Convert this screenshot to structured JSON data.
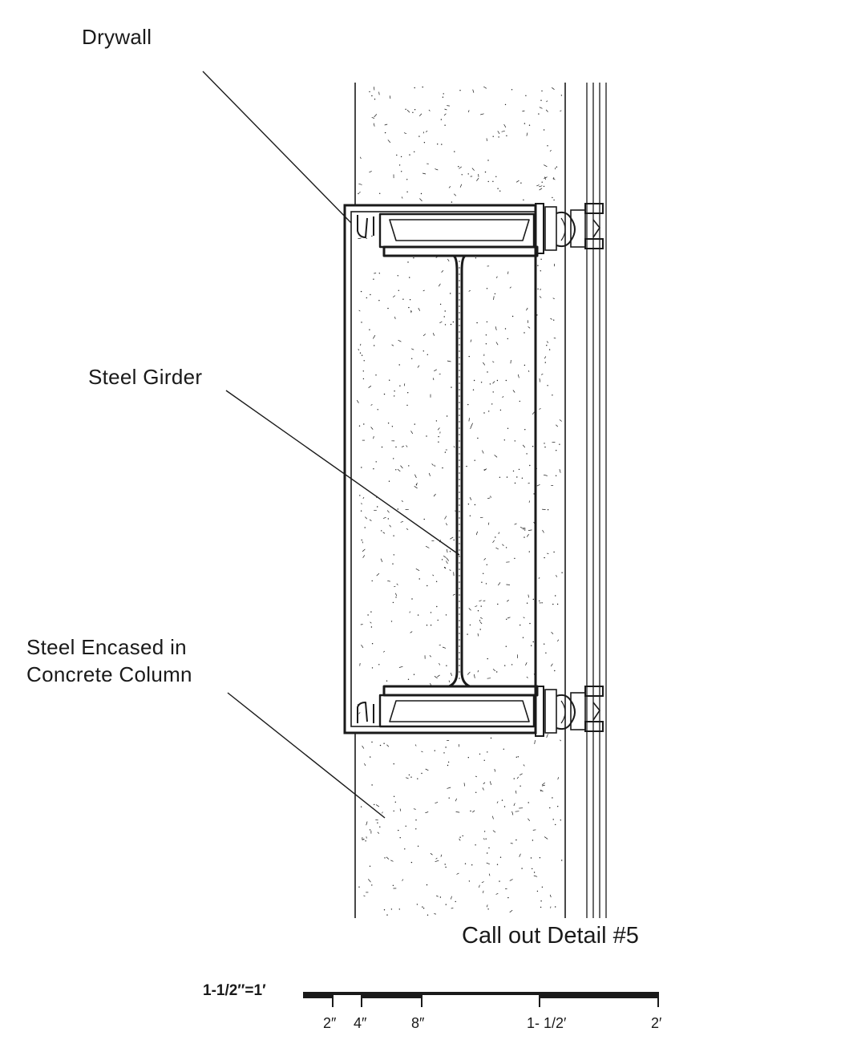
{
  "labels": {
    "drywall": "Drywall",
    "steel_girder": "Steel Girder",
    "column_line1": "Steel Encased in",
    "column_line2": "Concrete Column"
  },
  "title": "Call out Detail #5",
  "scale": {
    "ratio": "1-1/2″=1′",
    "ticks": [
      "2″",
      "4″",
      "8″",
      "1- 1/2′",
      "2′"
    ]
  },
  "colors": {
    "ink": "#1a1a1a",
    "paper": "#ffffff"
  }
}
